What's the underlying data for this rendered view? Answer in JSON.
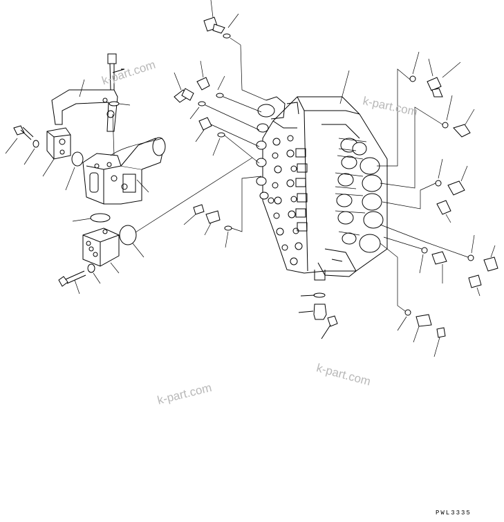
{
  "watermark": {
    "text_1": "k-part.com",
    "text_2": "k-part.com",
    "text_3": "k-part.com",
    "text_4": "k-part.com"
  },
  "drawing": {
    "code": "PWL3335",
    "line_color": "#000000",
    "watermark_color": "#b8b8b8"
  }
}
